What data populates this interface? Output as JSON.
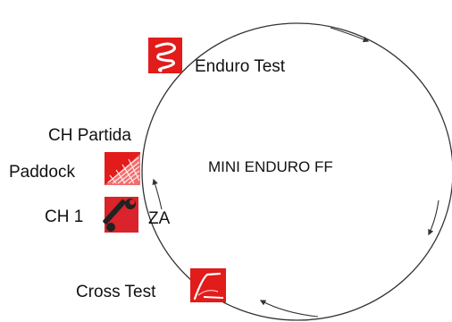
{
  "course": {
    "center_label": "MINI ENDURO FF",
    "circuit_color": "#333333"
  },
  "stations": {
    "enduro_test": {
      "label": "Enduro Test",
      "icon": "enduro-test-icon",
      "color": "#e21b1b"
    },
    "ch_partida": {
      "label": "CH Partida"
    },
    "paddock": {
      "label": "Paddock",
      "icon": "paddock-icon",
      "color": "#e21b1b"
    },
    "ch1": {
      "label": "CH 1",
      "icon": "wrench-icon",
      "color": "#d8242a"
    },
    "za": {
      "label": "ZA"
    },
    "cross_test": {
      "label": "Cross Test",
      "icon": "cross-test-icon",
      "color": "#e21b1b"
    }
  }
}
